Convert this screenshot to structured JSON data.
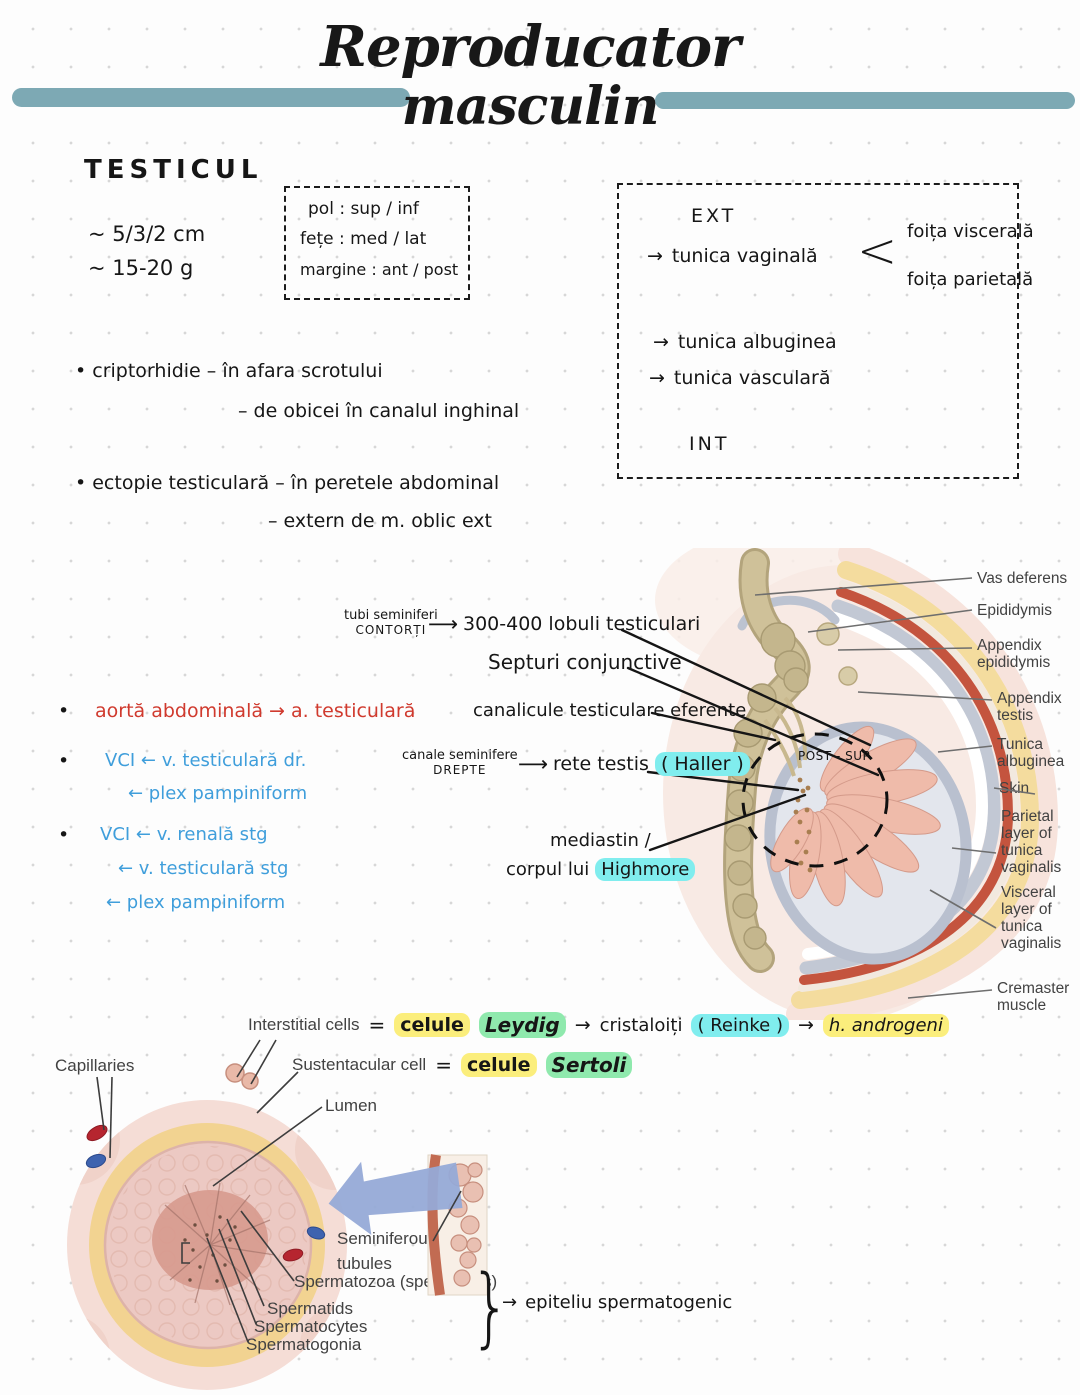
{
  "glyphs": {
    "bullet": "•",
    "arrow": "→",
    "long_arrow": "⟶",
    "lt": "<",
    "brace": "}"
  },
  "title": {
    "line1": "Reproducator",
    "line2": "masculin"
  },
  "testicul": {
    "heading": "TESTICUL",
    "size": "~  5/3/2 cm",
    "weight": "~  15-20 g"
  },
  "dims_box": {
    "pol": "pol  :  sup / inf",
    "fete": "fețe :  med / lat",
    "margine": "margine :  ant / post"
  },
  "tunics_box": {
    "ext": "EXT",
    "vaginala": "tunica  vaginală",
    "viscerala": "foița  viscerală",
    "parietala": "foița  parietală",
    "albuginea": "tunica  albuginea",
    "vasculara": "tunica  vasculară",
    "int": "INT"
  },
  "anomalies": {
    "criptorhidie": "•  criptorhidie   –   în  afara  scrotului",
    "criptorhidie2": "–  de obicei  în  canalul  inghinal",
    "ectopie": "•  ectopie  testiculară   –   în  peretele  abdominal",
    "ectopie2": "–   extern  de   m. oblic  ext"
  },
  "vessels": {
    "arterial": "aortă  abdominală   →   a. testiculară",
    "venous_r1": "VCI  ←   v. testiculară   dr.",
    "venous_r2": "←   plex  pampiniform",
    "venous_l1": "VCI ←   v. renală   stg",
    "venous_l2": "←  v. testiculară   stg",
    "venous_l3": "←   plex  pampiniform"
  },
  "tubules": {
    "contorti_1": "tubi  seminiferi",
    "contorti_2": "CONTORȚI",
    "lobuli": "300-400  lobuli  testiculari",
    "septuri": "Septuri  conjunctive",
    "canalicule": "canalicule  testiculare  eferente",
    "drepte_1": "canale  seminifere",
    "drepte_2": "DREPTE",
    "rete": "rete testis",
    "rete_hl": "( Haller )",
    "mediastin": "mediastin /",
    "corpul": "corpul  lui",
    "highmore": "Highmore",
    "post_sup": "POST - SUP"
  },
  "testis_labels": {
    "vas_deferens": "Vas deferens",
    "epididymis": "Epididymis",
    "appendix_epididymis": "Appendix\nepididymis",
    "appendix_testis": "Appendix\ntestis",
    "tunica_albuginea": "Tunica\nalbuginea",
    "skin": "Skin",
    "parietal": "Parietal\nlayer of\ntunica\nvaginalis",
    "visceral": "Visceral\nlayer of\ntunica\nvaginalis",
    "cremaster": "Cremaster\nmuscle"
  },
  "cells": {
    "interstitial": "Interstitial cells",
    "equals": "=",
    "celule": "celule",
    "leydig": "Leydig",
    "arrow": "→",
    "cristaloiti": "cristaloiți",
    "reinke": "( Reinke )",
    "androgeni": "h. androgeni",
    "sustentacular": "Sustentacular cell",
    "celule2": "celule",
    "sertoli": "Sertoli"
  },
  "histo_labels": {
    "capillaries": "Capillaries",
    "lumen": "Lumen",
    "seminiferous": "Seminiferous\ntubules",
    "spermatozoa": "Spermatozoa (sperm cells)",
    "spermatids": "Spermatids",
    "spermatocytes": "Spermatocytes",
    "spermatogonia": "Spermatogonia",
    "epiteliu": "epiteliu  spermatogenic"
  },
  "colors": {
    "accent_teal": "#7da9b4",
    "ink": "#161616",
    "red_ink": "#d03a2e",
    "blue_ink": "#3f9edb",
    "highlight_yellow": "#fbee7c",
    "highlight_cyan": "#80edee",
    "highlight_green": "#8fe9ad"
  }
}
